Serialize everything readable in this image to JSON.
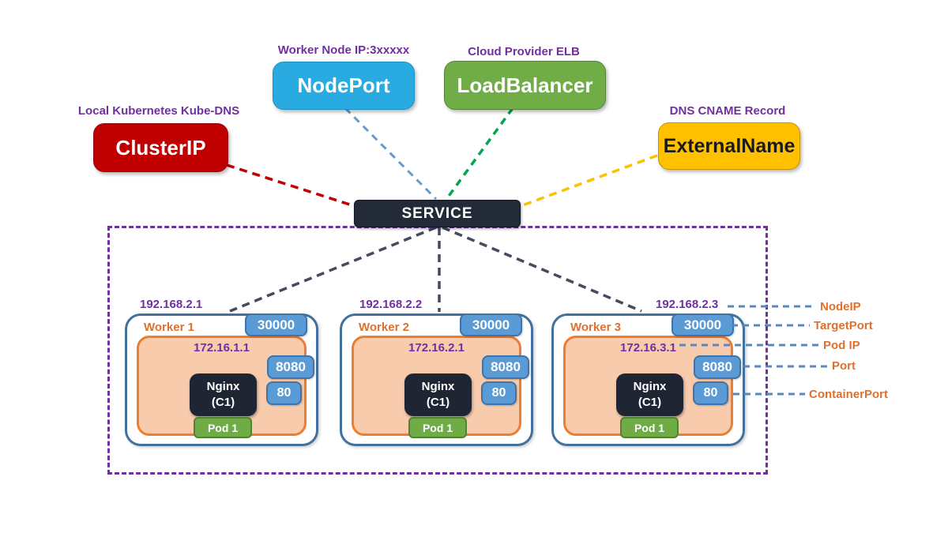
{
  "service_types": [
    {
      "annotation": "Local Kubernetes Kube-DNS",
      "label": "ClusterIP"
    },
    {
      "annotation": "Worker Node IP:3xxxxx",
      "label": "NodePort"
    },
    {
      "annotation": "Cloud Provider ELB",
      "label": "LoadBalancer"
    },
    {
      "annotation": "DNS CNAME Record",
      "label": "ExternalName"
    }
  ],
  "service": {
    "label": "SERVICE"
  },
  "workers": [
    {
      "name": "Worker 1",
      "node_ip": "192.168.2.1",
      "node_port": "30000",
      "pod_ip": "172.16.1.1",
      "port": "8080",
      "container_port": "80",
      "container_name": "Nginx",
      "container_id": "(C1)",
      "pod_label": "Pod 1"
    },
    {
      "name": "Worker 2",
      "node_ip": "192.168.2.2",
      "node_port": "30000",
      "pod_ip": "172.16.2.1",
      "port": "8080",
      "container_port": "80",
      "container_name": "Nginx",
      "container_id": "(C1)",
      "pod_label": "Pod 1"
    },
    {
      "name": "Worker 3",
      "node_ip": "192.168.2.3",
      "node_port": "30000",
      "pod_ip": "172.16.3.1",
      "port": "8080",
      "container_port": "80",
      "container_name": "Nginx",
      "container_id": "(C1)",
      "pod_label": "Pod 1"
    }
  ],
  "legend": {
    "items": [
      {
        "label": "NodeIP"
      },
      {
        "label": "TargetPort"
      },
      {
        "label": "Pod IP"
      },
      {
        "label": "Port"
      },
      {
        "label": "ContainerPort"
      }
    ]
  },
  "colors": {
    "clusterip_box": "#C00000",
    "nodeport_box": "#29ABE2",
    "loadbalancer_box": "#70AD47",
    "externalname_box": "#FFC000",
    "service_box": "#232B38",
    "worker_border": "#41719C",
    "pod_network_fill": "#F8CBAD",
    "pod_network_border": "#ED7D31",
    "port_badge": "#5B9BD5",
    "pod_badge": "#6FAC46",
    "container_box": "#1F2533",
    "annotation_purple": "#7030A0",
    "boundary_purple": "#7030A0",
    "legend_orange": "#E0702F",
    "link_red": "#C00000",
    "link_blue": "#6C9AC8",
    "link_green": "#00A651",
    "link_yellow": "#FFC000",
    "link_dark": "#424C5C",
    "link_legend_blue": "#5B87BE"
  }
}
